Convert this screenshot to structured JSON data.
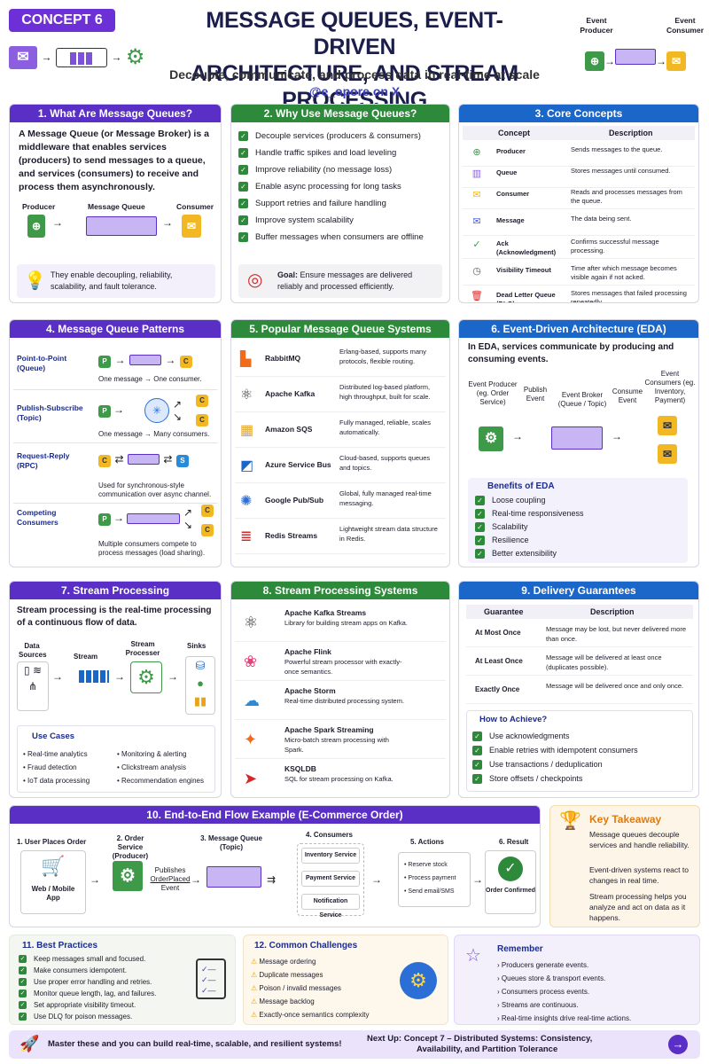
{
  "header": {
    "badge": "CONCEPT 6",
    "title_line1": "MESSAGE QUEUES, EVENT-DRIVEN",
    "title_line2": "ARCHITECTURE, AND STREAM PROCESSING",
    "subtitle": "Decouple, communicate, and process data in real-time at scale",
    "handle": "@e_opore on X",
    "producer_label": "Event Producer",
    "consumer_label": "Event Consumer"
  },
  "s1": {
    "title": "1. What Are Message Queues?",
    "body": "A Message Queue (or Message Broker) is a middleware that enables services (producers) to send messages to a queue, and services (consumers) to receive and process them asynchronously.",
    "producer": "Producer",
    "queue": "Message Queue",
    "consumer": "Consumer",
    "note": "They enable decoupling, reliability, scalability, and fault tolerance."
  },
  "s2": {
    "title": "2. Why Use Message Queues?",
    "items": [
      "Decouple services (producers & consumers)",
      "Handle traffic spikes and load leveling",
      "Improve reliability (no message loss)",
      "Enable async processing for long tasks",
      "Support retries and failure handling",
      "Improve system scalability",
      "Buffer messages when consumers are offline"
    ],
    "goal_label": "Goal:",
    "goal": "Ensure messages are delivered reliably and processed efficiently."
  },
  "s3": {
    "title": "3. Core Concepts",
    "col1": "Concept",
    "col2": "Description",
    "rows": [
      {
        "c": "Producer",
        "d": "Sends messages to the queue."
      },
      {
        "c": "Queue",
        "d": "Stores messages until consumed."
      },
      {
        "c": "Consumer",
        "d": "Reads and processes messages from the queue."
      },
      {
        "c": "Message",
        "d": "The data being sent."
      },
      {
        "c": "Ack (Acknowledgment)",
        "d": "Confirms successful message processing."
      },
      {
        "c": "Visibility Timeout",
        "d": "Time after which message becomes visible again if not acked."
      },
      {
        "c": "Dead Letter Queue (DLQ)",
        "d": "Stores messages that failed processing repeatedly."
      }
    ]
  },
  "s4": {
    "title": "4. Message Queue Patterns",
    "p1": "Point-to-Point (Queue)",
    "p1d": "One message → One consumer.",
    "p2": "Publish-Subscribe (Topic)",
    "p2d": "One message → Many consumers.",
    "p3": "Request-Reply (RPC)",
    "p3d": "Used for synchronous-style communication over async channel.",
    "p4": "Competing Consumers",
    "p4d": "Multiple consumers compete to process messages (load sharing)."
  },
  "s5": {
    "title": "5. Popular Message Queue Systems",
    "rows": [
      {
        "n": "RabbitMQ",
        "d": "Erlang-based, supports many protocols, flexible routing."
      },
      {
        "n": "Apache Kafka",
        "d": "Distributed log-based platform, high throughput, built for scale."
      },
      {
        "n": "Amazon SQS",
        "d": "Fully managed, reliable, scales automatically."
      },
      {
        "n": "Azure Service Bus",
        "d": "Cloud-based, supports queues and topics."
      },
      {
        "n": "Google Pub/Sub",
        "d": "Global, fully managed real-time messaging."
      },
      {
        "n": "Redis Streams",
        "d": "Lightweight stream data structure in Redis."
      }
    ]
  },
  "s6": {
    "title": "6. Event-Driven Architecture (EDA)",
    "body": "In EDA, services communicate by producing and consuming events.",
    "producer": "Event Producer (eg. Order Service)",
    "publish": "Publish Event",
    "broker": "Event Broker (Queue / Topic)",
    "consume": "Consume Event",
    "consumers": "Event Consumers (eg. Inventory, Payment)",
    "benefits_title": "Benefits of EDA",
    "benefits": [
      "Loose coupling",
      "Real-time responsiveness",
      "Scalability",
      "Resilience",
      "Better extensibility"
    ]
  },
  "s7": {
    "title": "7. Stream Processing",
    "body": "Stream processing is the real-time processing of a continuous flow of data.",
    "sources": "Data Sources",
    "stream": "Stream",
    "processor": "Stream Processer",
    "sinks": "Sinks",
    "uc_title": "Use Cases",
    "uc_left": [
      "Real-time analytics",
      "Fraud detection",
      "IoT data processing"
    ],
    "uc_right": [
      "Monitoring & alerting",
      "Clickstream analysis",
      "Recommendation engines"
    ]
  },
  "s8": {
    "title": "8. Stream Processing Systems",
    "rows": [
      {
        "n": "Apache Kafka Streams",
        "d": "Library for building stream apps on Kafka."
      },
      {
        "n": "Apache Flink",
        "d": "Powerful stream processor with exactly-once semantics."
      },
      {
        "n": "Apache Storm",
        "d": "Real-time distributed processing system."
      },
      {
        "n": "Apache Spark Streaming",
        "d": "Micro-batch stream processing with Spark."
      },
      {
        "n": "KSQLDB",
        "d": "SQL for stream processing on Kafka."
      }
    ]
  },
  "s9": {
    "title": "9. Delivery Guarantees",
    "col1": "Guarantee",
    "col2": "Description",
    "rows": [
      {
        "g": "At Most Once",
        "d": "Message may be lost, but never delivered more than once."
      },
      {
        "g": "At Least Once",
        "d": "Message will be delivered at least once (duplicates possible)."
      },
      {
        "g": "Exactly Once",
        "d": "Message will be delivered once and only once."
      }
    ],
    "how_title": "How to Achieve?",
    "how": [
      "Use acknowledgments",
      "Enable retries with idempotent consumers",
      "Use transactions / deduplication",
      "Store offsets / checkpoints"
    ]
  },
  "s10": {
    "title": "10. End-to-End Flow Example (E-Commerce Order)",
    "step1": "1. User Places Order",
    "step1b": "Web / Mobile App",
    "step2": "2. Order Service (Producer)",
    "publishes": "Publishes",
    "orderplaced": "OrderPlaced",
    "event": "Event",
    "step3": "3. Message Queue (Topic)",
    "step4": "4. Consumers",
    "consumers": [
      "Inventory Service",
      "Payment Service",
      "Notification Service"
    ],
    "step5": "5. Actions",
    "actions": [
      "Reserve stock",
      "Process payment",
      "Send email/SMS"
    ],
    "step6": "6. Result",
    "result": "Order Confirmed"
  },
  "takeaway": {
    "title": "Key Takeaway",
    "p1": "Message queues decouple services and handle reliability.",
    "p2": "Event-driven systems react to changes in real time.",
    "p3": "Stream processing helps you analyze and act on data as it happens."
  },
  "s11": {
    "title": "11. Best Practices",
    "items": [
      "Keep messages small and focused.",
      "Make consumers idempotent.",
      "Use proper error handling and retries.",
      "Monitor queue length, lag, and failures.",
      "Set appropriate visibility timeout.",
      "Use DLQ for poison messages."
    ]
  },
  "s12": {
    "title": "12. Common Challenges",
    "items": [
      "Message ordering",
      "Duplicate messages",
      "Poison / invalid messages",
      "Message backlog",
      "Exactly-once semantics complexity"
    ]
  },
  "remember": {
    "title": "Remember",
    "items": [
      "Producers generate events.",
      "Queues store & transport events.",
      "Consumers process events.",
      "Streams are continuous.",
      "Real-time insights drive real-time actions."
    ]
  },
  "footer": {
    "left": "Master these and you can build real-time, scalable, and resilient systems!",
    "right_line1": "Next Up: Concept 7 – Distributed Systems: Consistency,",
    "right_line2": "Availability, and Partition Tolerance"
  },
  "colors": {
    "purple": "#5a2fc6",
    "green": "#2c8a3a",
    "blue": "#1b66c9"
  }
}
